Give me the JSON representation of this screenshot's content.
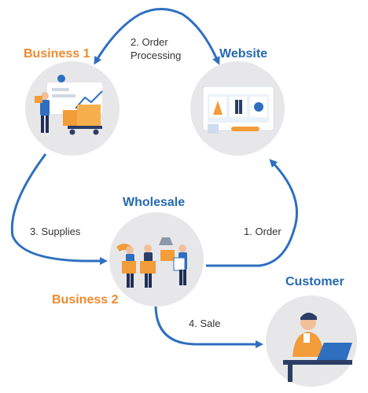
{
  "nodes": {
    "business1": {
      "title": "Business 1"
    },
    "website": {
      "title": "Website"
    },
    "wholesale": {
      "title": "Wholesale"
    },
    "business2": {
      "title": "Business 2"
    },
    "customer": {
      "title": "Customer"
    }
  },
  "steps": {
    "order": "1. Order",
    "processing_line1": "2. Order",
    "processing_line2": "Processing",
    "supplies": "3. Supplies",
    "sale": "4. Sale"
  },
  "colors": {
    "arrow": "#2e6fc0",
    "circle": "#e7e7e9",
    "orange_title": "#ef8a2e",
    "blue_title": "#2469b3"
  }
}
